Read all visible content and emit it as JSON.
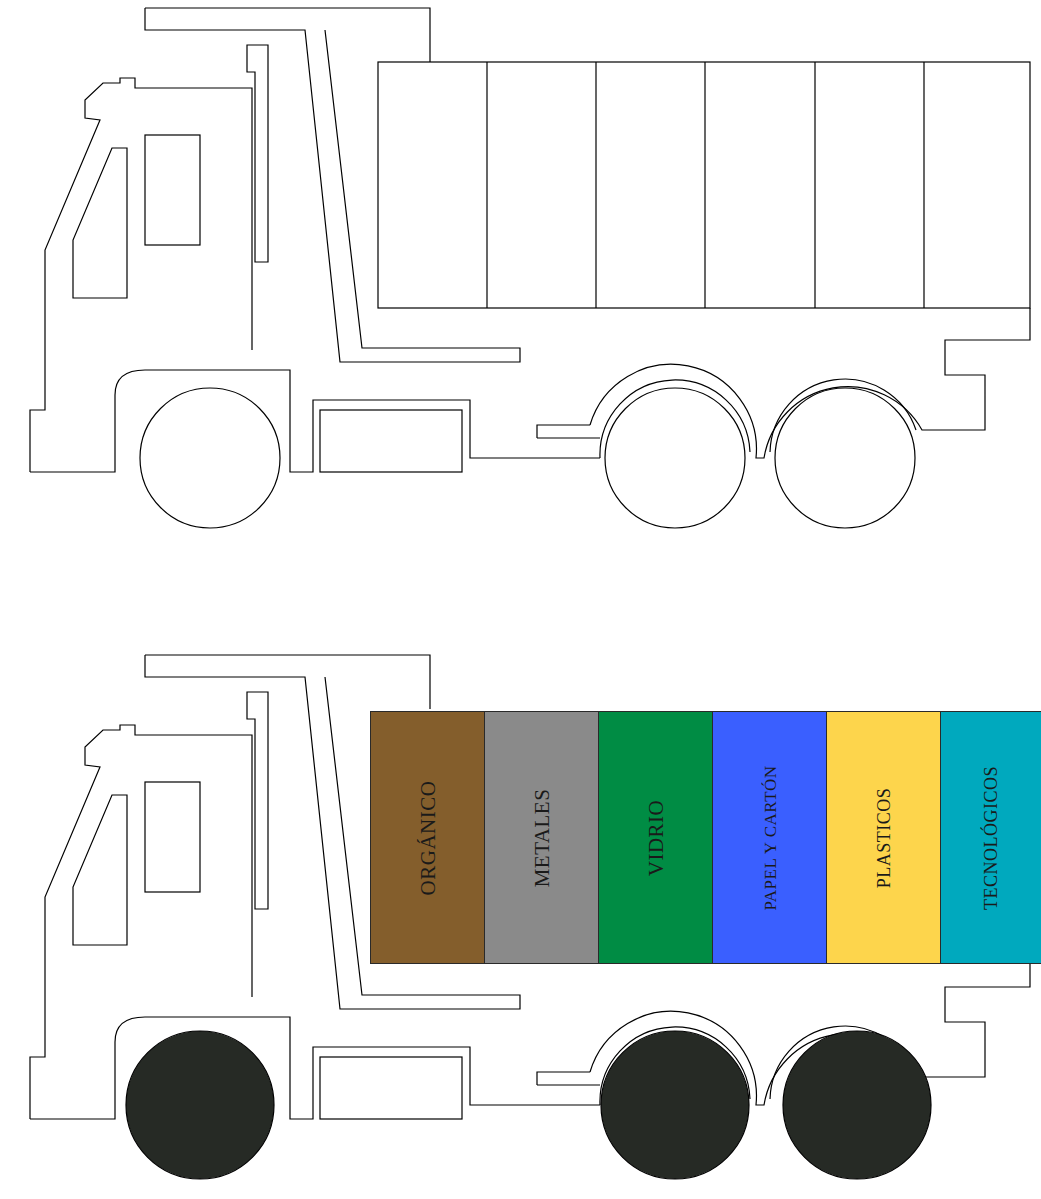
{
  "diagram": {
    "nodes": [
      {
        "text": [
          "ORGÁNICO"
        ]
      },
      {
        "text": [
          "METALES"
        ]
      },
      {
        "text": [
          "VIDRIO"
        ]
      },
      {
        "text": [
          "PAPEL Y CARTÓN"
        ]
      },
      {
        "text": [
          "PLASTICOS"
        ]
      },
      {
        "text": [
          "TECNOLÓGICOS"
        ]
      }
    ]
  }
}
